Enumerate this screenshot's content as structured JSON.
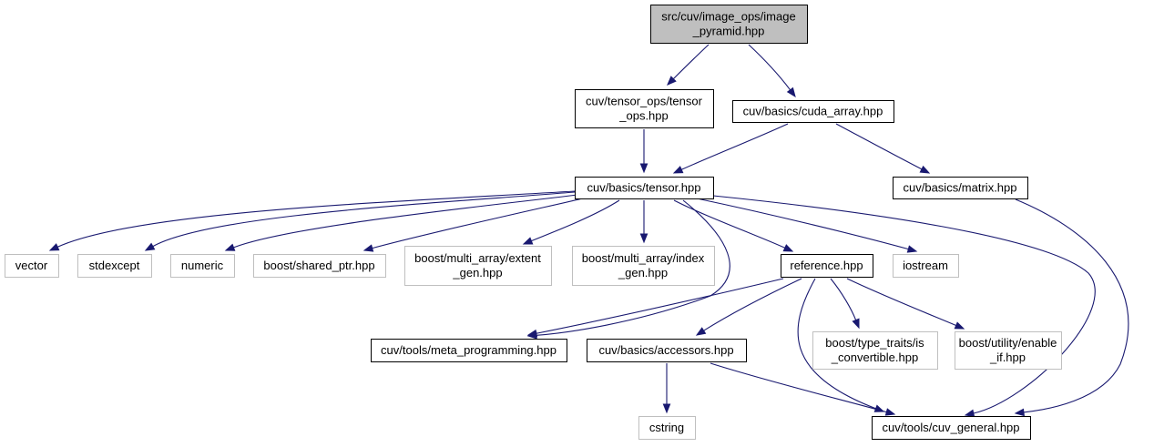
{
  "colors": {
    "edge": "#191970",
    "root_fill": "#bfbfbf",
    "root_border": "#000000",
    "documented_border": "#000000",
    "external_border": "#bfbfbf",
    "node_fill": "#ffffff"
  },
  "nodes": {
    "root": {
      "lines": [
        "src/cuv/image_ops/image",
        "_pyramid.hpp"
      ],
      "kind": "root"
    },
    "tensor_ops": {
      "lines": [
        "cuv/tensor_ops/tensor",
        "_ops.hpp"
      ],
      "kind": "documented"
    },
    "cuda_array": {
      "lines": [
        "cuv/basics/cuda_array.hpp"
      ],
      "kind": "documented"
    },
    "tensor": {
      "lines": [
        "cuv/basics/tensor.hpp"
      ],
      "kind": "documented"
    },
    "matrix": {
      "lines": [
        "cuv/basics/matrix.hpp"
      ],
      "kind": "documented"
    },
    "vector": {
      "lines": [
        "vector"
      ],
      "kind": "external"
    },
    "stdexcept": {
      "lines": [
        "stdexcept"
      ],
      "kind": "external"
    },
    "numeric": {
      "lines": [
        "numeric"
      ],
      "kind": "external"
    },
    "shared_ptr": {
      "lines": [
        "boost/shared_ptr.hpp"
      ],
      "kind": "external"
    },
    "extent_gen": {
      "lines": [
        "boost/multi_array/extent",
        "_gen.hpp"
      ],
      "kind": "external"
    },
    "index_gen": {
      "lines": [
        "boost/multi_array/index",
        "_gen.hpp"
      ],
      "kind": "external"
    },
    "reference": {
      "lines": [
        "reference.hpp"
      ],
      "kind": "documented"
    },
    "iostream": {
      "lines": [
        "iostream"
      ],
      "kind": "external"
    },
    "meta_programming": {
      "lines": [
        "cuv/tools/meta_programming.hpp"
      ],
      "kind": "documented"
    },
    "accessors": {
      "lines": [
        "cuv/basics/accessors.hpp"
      ],
      "kind": "documented"
    },
    "is_convertible": {
      "lines": [
        "boost/type_traits/is",
        "_convertible.hpp"
      ],
      "kind": "external"
    },
    "enable_if": {
      "lines": [
        "boost/utility/enable",
        "_if.hpp"
      ],
      "kind": "external"
    },
    "cstring": {
      "lines": [
        "cstring"
      ],
      "kind": "external"
    },
    "cuv_general": {
      "lines": [
        "cuv/tools/cuv_general.hpp"
      ],
      "kind": "documented"
    }
  },
  "edges": [
    [
      "root",
      "tensor_ops"
    ],
    [
      "root",
      "cuda_array"
    ],
    [
      "tensor_ops",
      "tensor"
    ],
    [
      "cuda_array",
      "tensor"
    ],
    [
      "cuda_array",
      "matrix"
    ],
    [
      "tensor",
      "vector"
    ],
    [
      "tensor",
      "stdexcept"
    ],
    [
      "tensor",
      "numeric"
    ],
    [
      "tensor",
      "shared_ptr"
    ],
    [
      "tensor",
      "extent_gen"
    ],
    [
      "tensor",
      "index_gen"
    ],
    [
      "tensor",
      "reference"
    ],
    [
      "tensor",
      "iostream"
    ],
    [
      "tensor",
      "meta_programming"
    ],
    [
      "tensor",
      "cuv_general"
    ],
    [
      "matrix",
      "cuv_general"
    ],
    [
      "reference",
      "meta_programming"
    ],
    [
      "reference",
      "accessors"
    ],
    [
      "reference",
      "is_convertible"
    ],
    [
      "reference",
      "enable_if"
    ],
    [
      "reference",
      "cuv_general"
    ],
    [
      "accessors",
      "cstring"
    ],
    [
      "accessors",
      "cuv_general"
    ]
  ]
}
